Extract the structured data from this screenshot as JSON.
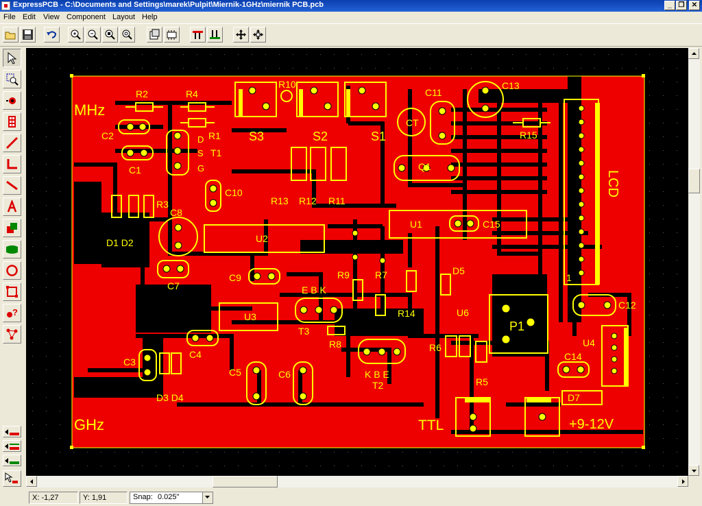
{
  "window": {
    "title": "ExpressPCB - C:\\Documents and Settings\\marek\\Pulpit\\Miernik-1GHz\\miernik PCB.pcb",
    "controls": [
      "_",
      "❐",
      "✕"
    ]
  },
  "menu": [
    "File",
    "Edit",
    "View",
    "Component",
    "Layout",
    "Help"
  ],
  "toolbar": {
    "buttons": [
      "open-icon",
      "save-icon",
      "undo-icon",
      "zoom-in-icon",
      "zoom-out-icon",
      "zoom-window-icon",
      "zoom-fit-icon",
      "properties-icon",
      "component-icon",
      "traces-top-icon",
      "traces-bottom-icon",
      "move-icon",
      "rotate-icon"
    ]
  },
  "tools": [
    "pointer-icon",
    "zoom-box-icon",
    "pad-icon",
    "component-icon",
    "trace-icon",
    "corner-icon",
    "line-icon",
    "text-icon",
    "layer-swap-icon",
    "net-icon",
    "circle-icon",
    "rectangle-icon",
    "query-icon",
    "ratsnest-icon"
  ],
  "layers": [
    "layer-top-icon",
    "layer-bottom-icon",
    "layer-silk-icon",
    "layer-select-icon"
  ],
  "board": {
    "colors": {
      "copper": "#ee0000",
      "silk": "#ffff00",
      "background": "#000000"
    },
    "labels": {
      "mhz": "MHz",
      "ghz": "GHz",
      "lcd": "LCD",
      "ttl": "TTL",
      "power": "+9-12V",
      "r2": "R2",
      "r4": "R4",
      "r1": "R1",
      "r10": "R10",
      "c11": "C11",
      "c13": "C13",
      "ct": "CT",
      "r15": "R15",
      "c2": "C2",
      "c1": "C1",
      "dst": "D",
      "dst2": "S",
      "dst3": "G",
      "t1": "T1",
      "s3": "S3",
      "s2": "S2",
      "s1": "S1",
      "q1": "Q1",
      "r13": "R13",
      "r12": "R12",
      "r11": "R11",
      "r3": "R3",
      "c8": "C8",
      "c10": "C10",
      "d1d2": "D1 D2",
      "u1": "U1",
      "c15": "C15",
      "u2": "U2",
      "c7": "C7",
      "c9": "C9",
      "r9": "R9",
      "r7": "R7",
      "d5": "D5",
      "ebk": "E B K",
      "r14": "R14",
      "u3": "U3",
      "u6": "U6",
      "p1": "P1",
      "c12": "C12",
      "t3": "T3",
      "r8": "R8",
      "c4": "C4",
      "r6": "R6",
      "u4": "U4",
      "c14": "C14",
      "c3": "C3",
      "c5": "C5",
      "c6": "C6",
      "kbe": "K B E",
      "t2": "T2",
      "r5": "R5",
      "d3d4": "D3 D4",
      "d7": "D7",
      "pin1": "1"
    }
  },
  "status": {
    "x": "X: -1,27",
    "y": "Y: 1,91",
    "snap_label": "Snap:",
    "snap_value": "0.025\""
  }
}
